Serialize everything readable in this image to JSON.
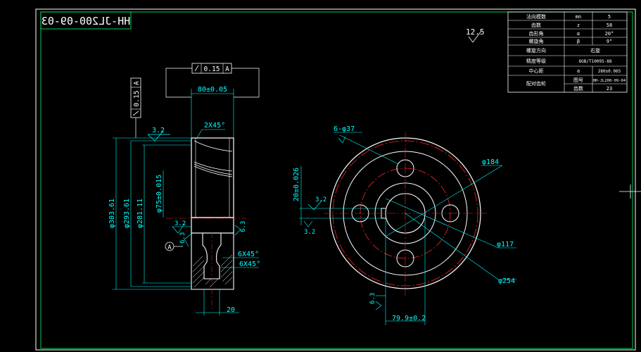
{
  "colors": {
    "background": "#000000",
    "outline": "#ffffff",
    "frame": "#00ff66",
    "dimension": "#00ffff",
    "centerline": "#ff2222",
    "leader": "#ffff33"
  },
  "title_block": {
    "drawing_number": "HH-JL200-09-03",
    "roughness_general": "12.5"
  },
  "param_table": {
    "rows": [
      {
        "name": "法向模数",
        "symbol": "mn",
        "value": "5"
      },
      {
        "name": "齿数",
        "symbol": "z",
        "value": "58"
      },
      {
        "name": "齿形角",
        "symbol": "α",
        "value": "20°"
      },
      {
        "name": "螺旋角",
        "symbol": "β",
        "value": "9°"
      },
      {
        "name": "螺旋方向",
        "symbol": "",
        "value": "右旋"
      },
      {
        "name": "精度等级",
        "symbol": "",
        "value": "8GB/T10095-88"
      },
      {
        "name": "中心距",
        "symbol": "a",
        "value": "280±0.065"
      },
      {
        "name": "配对齿轮",
        "symbol": "图号",
        "value": "HH-JL200-09-04"
      },
      {
        "name": "",
        "symbol": "齿数",
        "value": "23"
      }
    ]
  },
  "side_view": {
    "runout_top": {
      "value": "0.15",
      "datum": "A"
    },
    "runout_left": {
      "value": "0.15",
      "datum": "A"
    },
    "width_dim": "80±0.05",
    "chamfer_top": "2X45°",
    "rough_top": "3.2",
    "dia_outer": "φ303.61",
    "dia_pitch": "φ293.61",
    "dia_root": "φ281.11",
    "dia_bore": "φ75±0.015",
    "rough_bore": "3.2",
    "rough_left": "6.3",
    "rough_right": "6.3",
    "datum_label": "A",
    "chamfer_mid": "6X45°",
    "chamfer_low": "6X45°",
    "web_dim": "20"
  },
  "front_view": {
    "holes_label": "6-φ37",
    "dia_184": "φ184",
    "dia_117": "φ117",
    "dia_254": "φ254",
    "keyway_height": "20±0.026",
    "rough_key_a": "3.2",
    "rough_key_b": "3.2",
    "rough_bottom": "6.3",
    "key_width": "79.9±0.2"
  }
}
